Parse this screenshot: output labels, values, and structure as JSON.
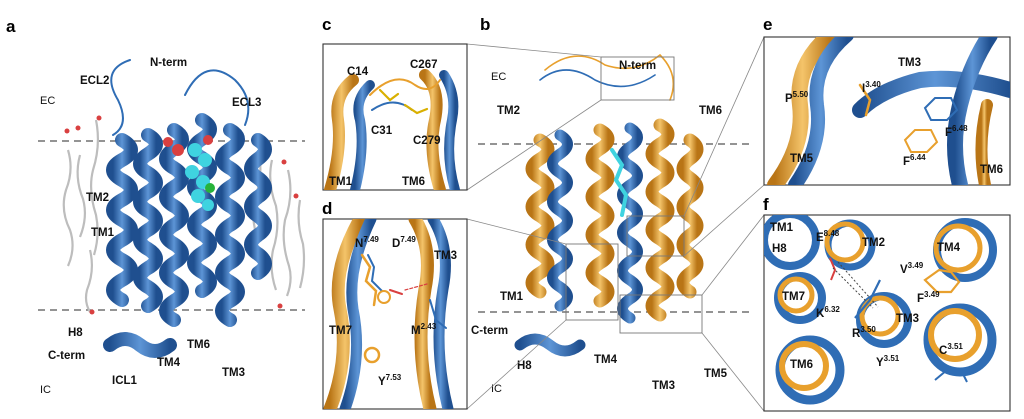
{
  "colors": {
    "blue": "#2f6db5",
    "blue_light": "#7aa7dc",
    "orange": "#e8a02d",
    "orange_light": "#f2c56e",
    "ligand": "#3fd3e0",
    "lipid": "#bdbdbd",
    "oxygen": "#d94040"
  },
  "panel_a": {
    "letter": "a",
    "ec": "EC",
    "ic": "IC",
    "labels": [
      "N-term",
      "ECL2",
      "ECL3",
      "TM2",
      "TM1",
      "H8",
      "C-term",
      "ICL1",
      "TM4",
      "TM6",
      "TM3"
    ]
  },
  "panel_b": {
    "letter": "b",
    "ec": "EC",
    "ic": "IC",
    "labels": [
      "N-term",
      "TM2",
      "TM6",
      "TM1",
      "C-term",
      "H8",
      "TM4",
      "TM3",
      "TM5"
    ]
  },
  "panel_c": {
    "letter": "c",
    "labels": [
      "C14",
      "C267",
      "C31",
      "C279",
      "TM1",
      "TM6"
    ]
  },
  "panel_d": {
    "letter": "d",
    "residues": [
      {
        "name": "N",
        "sup": "7.49"
      },
      {
        "name": "D",
        "sup": "7.49"
      },
      {
        "name": "M",
        "sup": "2.43"
      },
      {
        "name": "Y",
        "sup": "7.53"
      }
    ],
    "labels": [
      "TM3",
      "TM7"
    ]
  },
  "panel_e": {
    "letter": "e",
    "residues": [
      {
        "name": "P",
        "sup": "5.50"
      },
      {
        "name": "I",
        "sup": "3.40"
      },
      {
        "name": "F",
        "sup": "6.48"
      },
      {
        "name": "F",
        "sup": "6.44"
      }
    ],
    "labels": [
      "TM3",
      "TM5",
      "TM6"
    ]
  },
  "panel_f": {
    "letter": "f",
    "residues": [
      {
        "name": "E",
        "sup": "8.48"
      },
      {
        "name": "V",
        "sup": "3.49"
      },
      {
        "name": "F",
        "sup": "3.49"
      },
      {
        "name": "K",
        "sup": "6.32"
      },
      {
        "name": "R",
        "sup": "3.50"
      },
      {
        "name": "Y",
        "sup": "3.51"
      },
      {
        "name": "C",
        "sup": "3.51"
      }
    ],
    "labels": [
      "TM1",
      "H8",
      "TM2",
      "TM4",
      "TM7",
      "TM3",
      "TM6"
    ]
  }
}
